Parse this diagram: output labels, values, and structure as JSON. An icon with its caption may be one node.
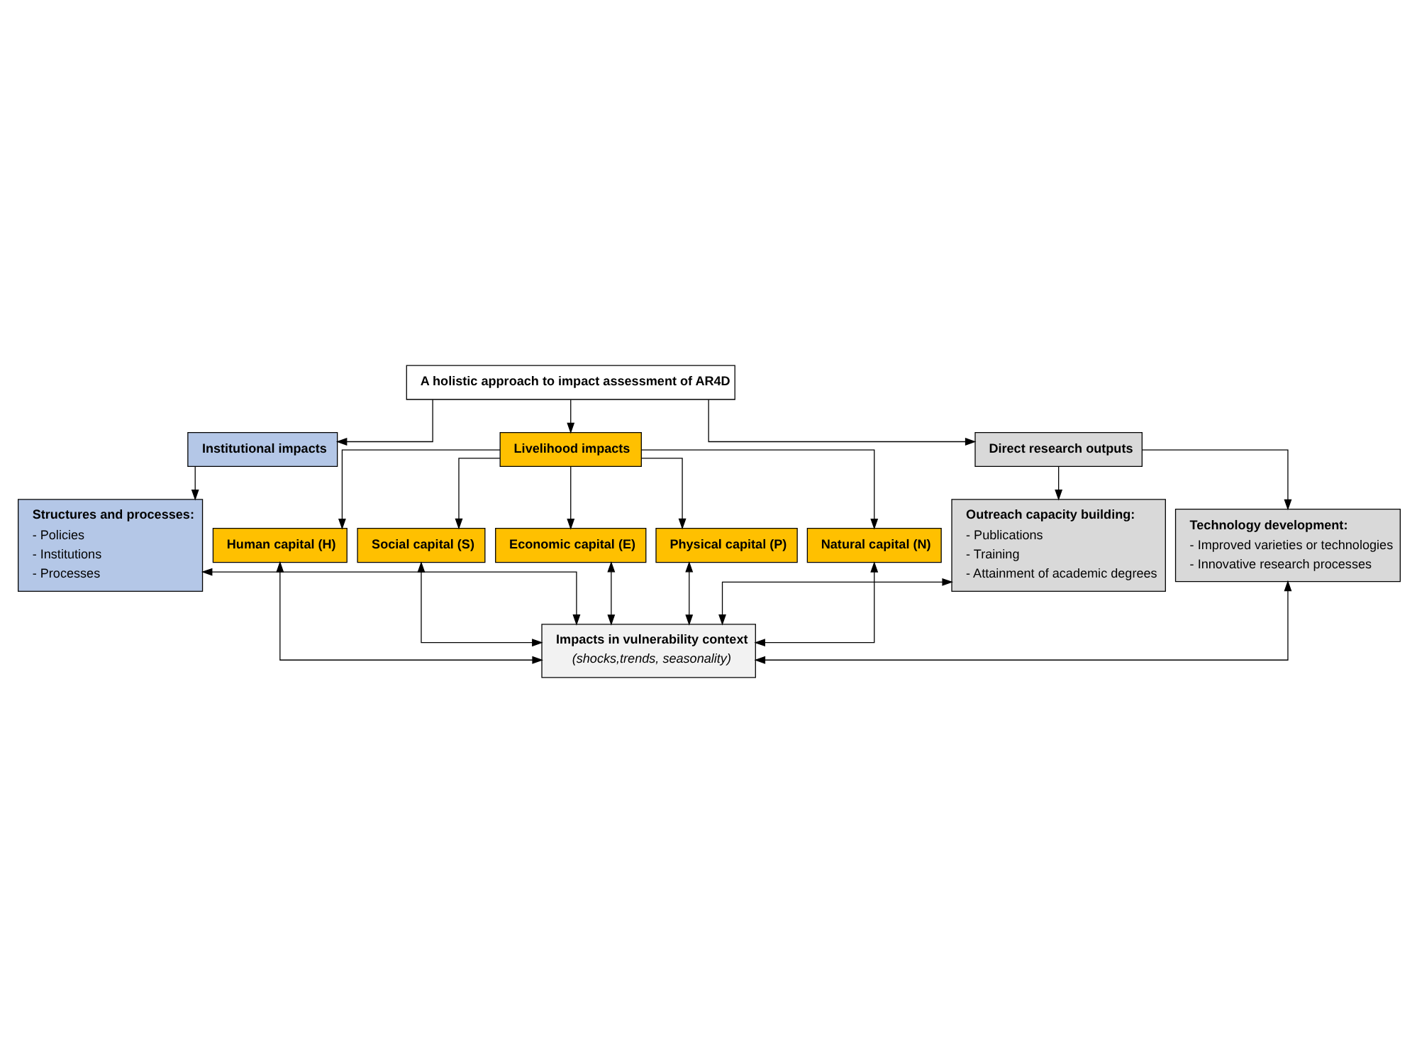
{
  "diagram": {
    "nodes": [
      {
        "text": [
          "A holistic approach to impact assessment of AR4D"
        ]
      },
      {
        "text": [
          "Institutional impacts"
        ]
      },
      {
        "text": [
          "Livelihood impacts"
        ]
      },
      {
        "text": [
          "Direct research outputs"
        ]
      },
      {
        "text": [
          "Structures and processes:",
          "- Policies",
          "- Institutions",
          "- Processes"
        ]
      },
      {
        "text": [
          "Human capital (H)"
        ]
      },
      {
        "text": [
          "Social capital (S)"
        ]
      },
      {
        "text": [
          "Economic capital (E)"
        ]
      },
      {
        "text": [
          "Physical capital (P)"
        ]
      },
      {
        "text": [
          "Natural capital (N)"
        ]
      },
      {
        "text": [
          "Outreach capacity building:",
          "- Publications",
          "- Training",
          "- Attainment of academic degrees"
        ]
      },
      {
        "text": [
          "Technology development:",
          "- Improved varieties or technologies",
          "- Innovative research processes"
        ]
      },
      {
        "text": [
          "Impacts in vulnerability context",
          "(shocks,trends, seasonality)"
        ]
      }
    ],
    "edges": [
      {
        "from": 0,
        "to": 1,
        "arrow": "to"
      },
      {
        "from": 0,
        "to": 2,
        "arrow": "to"
      },
      {
        "from": 0,
        "to": 3,
        "arrow": "to"
      },
      {
        "from": 1,
        "to": 4,
        "arrow": "to"
      },
      {
        "from": 2,
        "to": 5,
        "arrow": "to"
      },
      {
        "from": 2,
        "to": 6,
        "arrow": "to"
      },
      {
        "from": 2,
        "to": 7,
        "arrow": "to"
      },
      {
        "from": 2,
        "to": 8,
        "arrow": "to"
      },
      {
        "from": 2,
        "to": 9,
        "arrow": "to"
      },
      {
        "from": 3,
        "to": 10,
        "arrow": "to"
      },
      {
        "from": 3,
        "to": 11,
        "arrow": "to"
      },
      {
        "from": 4,
        "to": 12,
        "arrow": "both"
      },
      {
        "from": 5,
        "to": 12,
        "arrow": "both"
      },
      {
        "from": 6,
        "to": 12,
        "arrow": "both"
      },
      {
        "from": 7,
        "to": 12,
        "arrow": "both"
      },
      {
        "from": 8,
        "to": 12,
        "arrow": "both"
      },
      {
        "from": 9,
        "to": 12,
        "arrow": "both"
      },
      {
        "from": 10,
        "to": 12,
        "arrow": "both"
      },
      {
        "from": 11,
        "to": 12,
        "arrow": "both"
      }
    ]
  }
}
